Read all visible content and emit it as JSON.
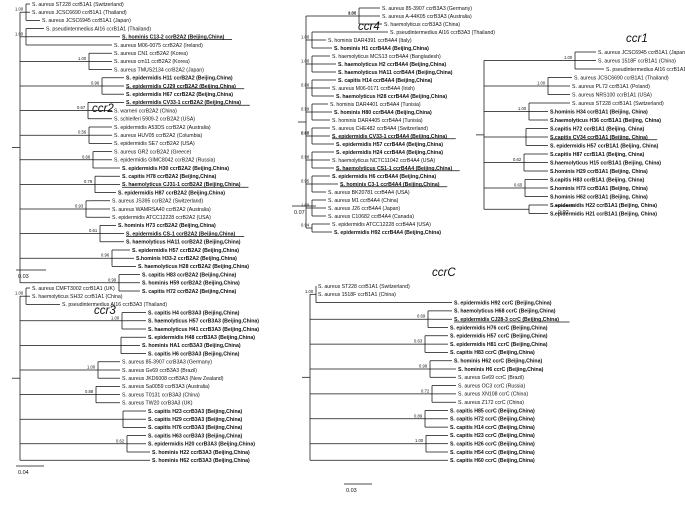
{
  "panels": {
    "ccr2": {
      "clade_label": "ccr2",
      "scale_label": "0.03",
      "leaves": [
        {
          "t": "S. aureus ST228 ccrB1A1 (Switzerland)",
          "b": false
        },
        {
          "t": "S. aureus JCSC6690 ccrB1A1 (Thailand)",
          "b": false
        },
        {
          "t": "S. aureus JCSC6945 ccrB1A1 (Japan)",
          "b": false
        },
        {
          "t": "S. pseudintermedius AI16 ccrB1A1 (Thailand)",
          "b": false
        },
        {
          "t": "S. hominis C13-2 ccrB2A2 (Beijing,China)",
          "b": true,
          "u": true
        },
        {
          "t": "S. aureus M06-0075 ccrB2A2 (Ireland)",
          "b": false
        },
        {
          "t": "S. aureus CN1 ccrB2A2 (Korea)",
          "b": false
        },
        {
          "t": "S. aureus cm11 ccrB2A2 (Korea)",
          "b": false
        },
        {
          "t": "S. aureus TMUS2134 ccrB2A2 (Japan)",
          "b": false
        },
        {
          "t": "S. epidermidis H11 ccrB2A2 (Beijing,China)",
          "b": true
        },
        {
          "t": "S. epidermidis CJ29 ccrB2A2 (Beijing,China)",
          "b": true,
          "u": true
        },
        {
          "t": "S. epidermidis H67 ccrB2A2 (Beijing,China)",
          "b": true
        },
        {
          "t": "S. epidermidis CV33-1 ccrB2A2 (Beijing,China)",
          "b": true,
          "u": true
        },
        {
          "t": "S. warneri ccrB2A2 (China)",
          "b": false
        },
        {
          "t": "S. schleiferi 5909-2 ccrB2A2 (USA)",
          "b": false
        },
        {
          "t": "S. epidermidis A53DS ccrB2A2 (Australia)",
          "b": false
        },
        {
          "t": "S. aureus HUV05 ccrB2A2 (Columbia)",
          "b": false
        },
        {
          "t": "S. epidermidis SE7 ccrB2A2 (USA)",
          "b": false
        },
        {
          "t": "S. aureus GR2 ccrB2A2 (Greece)",
          "b": false
        },
        {
          "t": "S. epidermidis GIMC8042 ccrB2A2 (Russia)",
          "b": false
        },
        {
          "t": "S. epidermidis H30 ccrB2A2 (Beijing,China)",
          "b": true
        },
        {
          "t": "S. capitis H78 ccrB2A2 (Beijing,China)",
          "b": true
        },
        {
          "t": "S. haemolyticus CJ31-1 ccrB2A2 (Beijing,China)",
          "b": true,
          "u": true
        },
        {
          "t": "S. epidermidis H87 ccrB2A2 (Beijing,China)",
          "b": true
        },
        {
          "t": "S. aureus JS395 ccrB2A2 (Switzerland)",
          "b": false
        },
        {
          "t": "S. aureus WAMRSA40 ccrB2A2 (Australia)",
          "b": false
        },
        {
          "t": "S. epidermidis ATCC12228 ccrB2A2 (USA)",
          "b": false
        },
        {
          "t": "S. hominis H73 ccrB2A2 (Beijing,China)",
          "b": true
        },
        {
          "t": "S. epidermidis CS-1 ccrB2A2 (Beijing,China)",
          "b": true,
          "u": true
        },
        {
          "t": "S. haemolyticus HA11 ccrB2A2 (Beijing,China)",
          "b": true
        },
        {
          "t": "S. epidermidis H57 ccrB2A2 (Beijing,China)",
          "b": true
        },
        {
          "t": "S.hominis H33-2 ccrB2A2 (Beijing,China)",
          "b": true
        },
        {
          "t": "S. haemolyticus H28 ccrB2A2 (Beijing,China)",
          "b": true
        },
        {
          "t": "S. capitis H83 ccrB2A2 (Beijing,China)",
          "b": true
        },
        {
          "t": "S. hominis H59 ccrB2A2 (Beijing,China)",
          "b": true
        },
        {
          "t": "S. capitis H72 ccrB2A2 (Beijing,China)",
          "b": true
        }
      ],
      "support": [
        "1.00",
        "1.00",
        "1.00",
        "0.96",
        "0.67",
        "0.56",
        "0.66",
        "0.79",
        "0.93",
        "0.61",
        "0.96",
        "0.99"
      ]
    },
    "ccr3": {
      "clade_label": "ccr3",
      "scale_label": "0.04",
      "leaves": [
        {
          "t": "S. aureus CMFT3002 ccrB1A1 (UK)",
          "b": false
        },
        {
          "t": "S. haemolyticus SH32 ccrB1A1 (China)",
          "b": false
        },
        {
          "t": "S. pseudintermedius AI16 ccrB3A3 (Thailand)",
          "b": false
        },
        {
          "t": "S. capitis H4 ccrB3A3 (Beijing,China)",
          "b": true
        },
        {
          "t": "S. haemolyticus H57 ccrB3A3 (Beijing,China)",
          "b": true
        },
        {
          "t": "S. haemolyticus H41 ccrB3A3 (Beijing,China)",
          "b": true
        },
        {
          "t": "S. epidermidis H48 ccrB3A3 (Beijing,China)",
          "b": true
        },
        {
          "t": "S. hominis HA1 ccrB3A3 (Beijing,China)",
          "b": true
        },
        {
          "t": "S. capitis H6 ccrB3A3 (Beijing,China)",
          "b": true
        },
        {
          "t": "S. aureus 85-3907 ccrB3A3 (Germany)",
          "b": false
        },
        {
          "t": "S. aureus Gv69 ccrB3A3 (Brazil)",
          "b": false
        },
        {
          "t": "S. aureus JKD6008 ccrB3A3 (New Zealand)",
          "b": false
        },
        {
          "t": "S. aureus Sa0059 ccrB3A3 (Australia)",
          "b": false
        },
        {
          "t": "S. aureus T0131 ccrB3A3 (China)",
          "b": false
        },
        {
          "t": "S. aureus TW20 ccrB3A3 (UK)",
          "b": false
        },
        {
          "t": "S. capitis H23 ccrB3A3 (Beijing,China)",
          "b": true
        },
        {
          "t": "S. capitis H29 ccrB3A3 (Beijing,China)",
          "b": true
        },
        {
          "t": "S. capitis H76 ccrB3A3 (Beijing,China)",
          "b": true
        },
        {
          "t": "S. capitis H63 ccrB3A3 (Beijing,China)",
          "b": true
        },
        {
          "t": "S. epidermidis H20 ccrB3A3 (Beijing,China)",
          "b": true
        },
        {
          "t": "S. hominis H22 ccrB3A3 (Beijing,China)",
          "b": true
        },
        {
          "t": "S. hominis H62 ccrB3A3 (Beijing,China)",
          "b": true
        }
      ],
      "support": [
        "1.00",
        "1.00",
        "1.00",
        "0.88",
        "0.62"
      ]
    },
    "ccr4": {
      "clade_label": "ccr4",
      "scale_label": "0.07",
      "leaves": [
        {
          "t": "S. aureus 85-3907 ccrB3A3 (Germany)",
          "b": false
        },
        {
          "t": "S. aureus A-44K05 ccrB3A3 (Australia)",
          "b": false
        },
        {
          "t": "S. haemolyticus ccrB3A3 (China)",
          "b": false
        },
        {
          "t": "S. pseudintermedius AI16 ccrB3A3 (Thailand)",
          "b": false
        },
        {
          "t": "S. hominis DAR4391 ccrB4A4 (Italy)",
          "b": false
        },
        {
          "t": "S. hominis H1 ccrB4A4 (Beijing,China)",
          "b": true
        },
        {
          "t": "S. haemolyticus MCS13 ccrB4A4 (Bangladesh)",
          "b": false
        },
        {
          "t": "S. haemolyticus H2 ccrB4A4 (Beijing,China)",
          "b": true
        },
        {
          "t": "S. haemolyticus HA11 ccrB4A4 (Beijing,China)",
          "b": true
        },
        {
          "t": "S. capitis H14 ccrB4A4 (Beijing,China)",
          "b": true
        },
        {
          "t": "S. aureus M06-0171 ccrB4A4 (Irish)",
          "b": false
        },
        {
          "t": "S. haemolyticus H28 ccrB4A4 (Beijing,China)",
          "b": true
        },
        {
          "t": "S. hominis DAR4401 ccrB4A4 (Tunisia)",
          "b": false
        },
        {
          "t": "S. hominis H80 ccrB4A4 (Beijing,China)",
          "b": true
        },
        {
          "t": "S. hominis DAR4405 ccrB4A4 (Tunisia)",
          "b": false
        },
        {
          "t": "S. aureus CHE482 ccrB4A4 (Switzerland)",
          "b": false
        },
        {
          "t": "S. epidermidis CV33-1 ccrB4A4 (Beijing,China)",
          "b": true,
          "u": true
        },
        {
          "t": "S. epidermidis H57 ccrB4A4 (Beijing,China)",
          "b": true
        },
        {
          "t": "S. epidermidis H24 ccrB4A4 (Beijing,China)",
          "b": true
        },
        {
          "t": "S. haemolyticus NCTC11042 ccrB4A4 (USA)",
          "b": false
        },
        {
          "t": "S. haemolyticus CS1-1 ccrB4A4 (Beijing,China)",
          "b": true,
          "u": true
        },
        {
          "t": "S. epidermidis H6 ccrB4A4 (Beijing,China)",
          "b": true
        },
        {
          "t": "S. hominis C3-1 ccrB4A4 (Beijing,China)",
          "b": true,
          "u": true
        },
        {
          "t": "S. aureus BK20781 ccrB4A4 (USA)",
          "b": false
        },
        {
          "t": "S. aureus M1 ccrB4A4 (China)",
          "b": false
        },
        {
          "t": "S. aureus J26 ccrB4A4 (Japan)",
          "b": false
        },
        {
          "t": "S. aureus C10682 ccrB4A4 (Canada)",
          "b": false
        },
        {
          "t": "S. epidermidis ATCC12228 ccrB4A4 (USA)",
          "b": false
        },
        {
          "t": "S. epidermidis H92 ccrB4A4 (Beijing,China)",
          "b": true
        }
      ],
      "support": [
        "0.86",
        "1.00",
        "1.00",
        "1.00",
        "0.86",
        "0.99",
        "0.65",
        "0.60",
        "0.98",
        "0.95",
        "1.00",
        "0.94"
      ]
    },
    "ccr1": {
      "clade_label": "ccr1",
      "scale_label": "0.02",
      "leaves": [
        {
          "t": "S. aureus JCSC6945 ccrB1A1 (Japan)",
          "b": false
        },
        {
          "t": "S. aureus 1518F ccrB1A1 (China)",
          "b": false
        },
        {
          "t": "S. pseudintermedius AI16 ccrB1A1 (Thailand)",
          "b": false
        },
        {
          "t": "S. aureus JCSC6690 ccrB1A1 (Thailand)",
          "b": false
        },
        {
          "t": "S. aureus PL72 ccrB1A1 (Poland)",
          "b": false
        },
        {
          "t": "S. aureus NRS100 ccrB1A1 (USA)",
          "b": false
        },
        {
          "t": "S. aureus ST228 ccrB1A1 (Switzerland)",
          "b": false
        },
        {
          "t": "S.hominis H34 ccrB1A1 (Beijing, China)",
          "b": true
        },
        {
          "t": "S.haemolyticus H36 ccrB1A1 (Beijing, China)",
          "b": true
        },
        {
          "t": "S.capitis H72 ccrB1A1 (Beijing, China)",
          "b": true
        },
        {
          "t": "S.capitis CV34 ccrB1A1 (Beijing, China)",
          "b": true,
          "u": true
        },
        {
          "t": "S. epidermidis H57 ccrB1A1 (Beijing, China)",
          "b": true
        },
        {
          "t": "S.capitis H87 ccrB1A1 (Beijing, China)",
          "b": true
        },
        {
          "t": "S.haemolyticus H15 ccrB1A1 (Beijing, China)",
          "b": true
        },
        {
          "t": "S.hominis H29 ccrB1A1 (Beijing, China)",
          "b": true
        },
        {
          "t": "S.capitis H83 ccrB1A1 (Beijing, China)",
          "b": true
        },
        {
          "t": "S.hominis H73 ccrB1A1 (Beijing, China)",
          "b": true
        },
        {
          "t": "S.hominis H62 ccrB1A1 (Beijing, China)",
          "b": true
        },
        {
          "t": "S.epidermidis H22 ccrB1A1 (Beijing, China)",
          "b": true
        },
        {
          "t": "S.epidermidis H21 ccrB1A1 (Beijing, China)",
          "b": true
        }
      ],
      "support": [
        "1.00",
        "1.00",
        "1.00",
        "0.62",
        "0.65"
      ]
    },
    "ccrC": {
      "clade_label": "ccrC",
      "scale_label": "0.03",
      "leaves": [
        {
          "t": "S. aureus ST228 ccrB1A1 (Switzerland)",
          "b": false
        },
        {
          "t": "S. aureus 1518F ccrB1A1 (China)",
          "b": false
        },
        {
          "t": "S. epidermidis H92 ccrC (Beijing,China)",
          "b": true
        },
        {
          "t": "S. haemolyticus H68 ccrC (Beijing,China)",
          "b": true
        },
        {
          "t": "S. epidermidis CJ28-3 ccrC (Beijing,China)",
          "b": true,
          "u": true
        },
        {
          "t": "S. epidermidis H76 ccrC (Beijing,China)",
          "b": true
        },
        {
          "t": "S. epidermidis H57 ccrC (Beijing,China)",
          "b": true
        },
        {
          "t": "S. epidermidis H81 ccrC (Beijing,China)",
          "b": true
        },
        {
          "t": "S. capitis H83 ccrC (Beijing,China)",
          "b": true
        },
        {
          "t": "S. hominis H62 ccrC (Beijing,China)",
          "b": true
        },
        {
          "t": "S. hominis H6 ccrC (Beijing,China)",
          "b": true
        },
        {
          "t": "S. aureus Gv69 ccrC (Brazil)",
          "b": false
        },
        {
          "t": "S. aureus OC3 ccrC (Russia)",
          "b": false
        },
        {
          "t": "S. aureus XN108 ccrC (China)",
          "b": false
        },
        {
          "t": "S. aureus Z172 ccrC (China)",
          "b": false
        },
        {
          "t": "S. capitis H85 ccrC (Beijing,China)",
          "b": true
        },
        {
          "t": "S. capitis H72 ccrC (Beijing,China)",
          "b": true
        },
        {
          "t": "S. capitis H14 ccrC (Beijing,China)",
          "b": true
        },
        {
          "t": "S. capitis H23 ccrC (Beijing,China)",
          "b": true
        },
        {
          "t": "S. capitis H26 ccrC (Beijing,China)",
          "b": true
        },
        {
          "t": "S. capitis H54 ccrC (Beijing,China)",
          "b": true
        },
        {
          "t": "S. capitis H60 ccrC (Beijing,China)",
          "b": true
        }
      ],
      "support": [
        "1.00",
        "0.69",
        "0.63",
        "0.99",
        "0.72",
        "0.89",
        "1.00"
      ]
    }
  }
}
